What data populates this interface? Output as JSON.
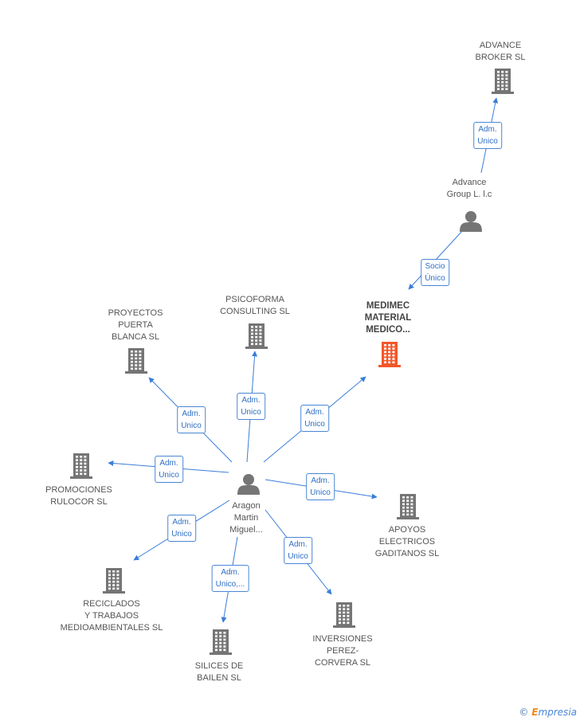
{
  "colors": {
    "building": "#757575",
    "focus_building": "#f2572a",
    "person": "#757575",
    "edge": "#3a7ddb",
    "footer_accent": "#f08a1c"
  },
  "nodes": [
    {
      "id": "advance_broker",
      "type": "company",
      "label": "ADVANCE\nBROKER  SL",
      "focus": false
    },
    {
      "id": "advance_group",
      "type": "person",
      "label": "Advance\nGroup L. l.c",
      "focus": false
    },
    {
      "id": "medimec",
      "type": "company",
      "label": "MEDIMEC\nMATERIAL\nMEDICO...",
      "focus": true
    },
    {
      "id": "psicoforma",
      "type": "company",
      "label": "PSICOFORMA\nCONSULTING  SL",
      "focus": false
    },
    {
      "id": "proyectos",
      "type": "company",
      "label": "PROYECTOS\nPUERTA\nBLANCA SL",
      "focus": false
    },
    {
      "id": "promociones",
      "type": "company",
      "label": "PROMOCIONES\nRULOCOR SL",
      "focus": false
    },
    {
      "id": "aragon",
      "type": "person",
      "label": "Aragon\nMartin\nMiguel...",
      "focus": false
    },
    {
      "id": "apoyos",
      "type": "company",
      "label": "APOYOS\nELECTRICOS\nGADITANOS SL",
      "focus": false
    },
    {
      "id": "reciclados",
      "type": "company",
      "label": "RECICLADOS\nY TRABAJOS\nMEDIOAMBIENTALES SL",
      "focus": false
    },
    {
      "id": "silices",
      "type": "company",
      "label": "SILICES DE\nBAILEN SL",
      "focus": false
    },
    {
      "id": "inversiones",
      "type": "company",
      "label": "INVERSIONES\nPEREZ-\nCORVERA SL",
      "focus": false
    }
  ],
  "edges": [
    {
      "from": "advance_group",
      "to": "advance_broker",
      "label": "Adm.\nUnico"
    },
    {
      "from": "advance_group",
      "to": "medimec",
      "label": "Socio\nÚnico"
    },
    {
      "from": "aragon",
      "to": "medimec",
      "label": "Adm.\nUnico"
    },
    {
      "from": "aragon",
      "to": "psicoforma",
      "label": "Adm.\nUnico"
    },
    {
      "from": "aragon",
      "to": "proyectos",
      "label": "Adm.\nUnico"
    },
    {
      "from": "aragon",
      "to": "promociones",
      "label": "Adm.\nUnico"
    },
    {
      "from": "aragon",
      "to": "apoyos",
      "label": "Adm.\nUnico"
    },
    {
      "from": "aragon",
      "to": "reciclados",
      "label": "Adm.\nUnico"
    },
    {
      "from": "aragon",
      "to": "silices",
      "label": "Adm.\nUnico,..."
    },
    {
      "from": "aragon",
      "to": "inversiones",
      "label": "Adm.\nUnico"
    }
  ],
  "footer": {
    "copyright": "©",
    "brand_initial": "E",
    "brand_rest": "mpresia"
  }
}
